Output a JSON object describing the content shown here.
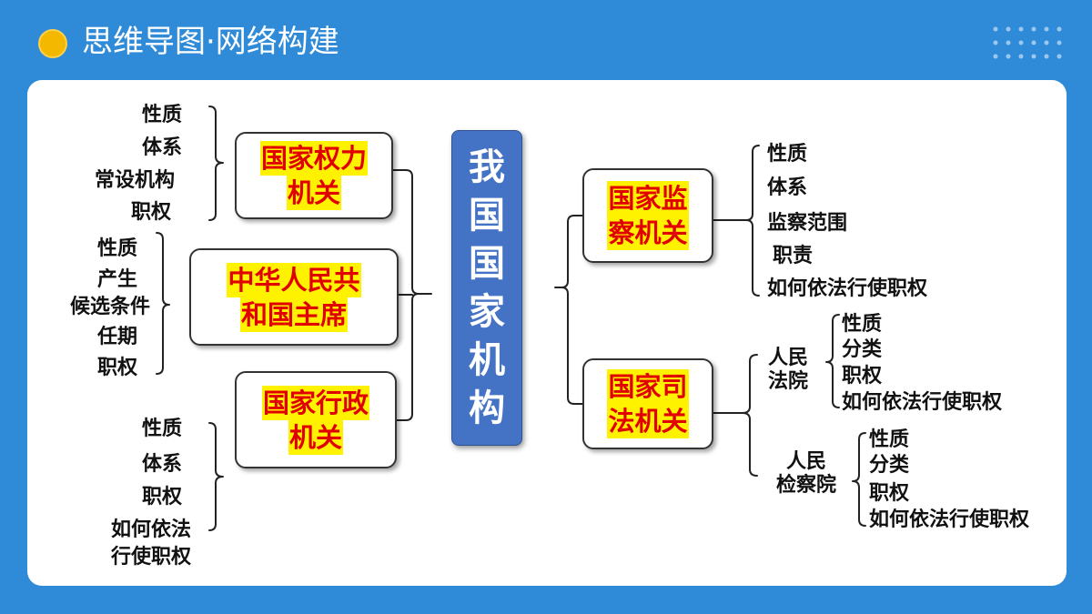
{
  "header": {
    "title": "思维导图·网络构建"
  },
  "center": {
    "title": "我国国家机构"
  },
  "left": {
    "power_organ": {
      "title_line1": "国家权力",
      "title_line2": "机关",
      "items": [
        "性质",
        "体系",
        "常设机构",
        "职权"
      ]
    },
    "chairman": {
      "title_line1": "中华人民共",
      "title_line2": "和国主席",
      "items": [
        "性质",
        "产生",
        "候选条件",
        "任期",
        "职权"
      ]
    },
    "admin_organ": {
      "title_line1": "国家行政",
      "title_line2": "机关",
      "items": [
        "性质",
        "体系",
        "职权",
        "如何依法",
        "行使职权"
      ]
    }
  },
  "right": {
    "supervisory": {
      "title_line1": "国家监",
      "title_line2": "察机关",
      "items": [
        "性质",
        "体系",
        "监察范围",
        "职责",
        "如何依法行使职权"
      ]
    },
    "judicial": {
      "title_line1": "国家司",
      "title_line2": "法机关",
      "court": {
        "label_line1": "人民",
        "label_line2": "法院",
        "items": [
          "性质",
          "分类",
          "职权",
          "如何依法行使职权"
        ]
      },
      "procuratorate": {
        "label_line1": "人民",
        "label_line2": "检察院",
        "items": [
          "性质",
          "分类",
          "职权",
          "如何依法行使职权"
        ]
      }
    }
  },
  "colors": {
    "background": "#2f8bd8",
    "highlight": "#fff200",
    "title_red": "#e00000",
    "center_fill": "#4472c4",
    "header_dot": "#f5b800"
  }
}
